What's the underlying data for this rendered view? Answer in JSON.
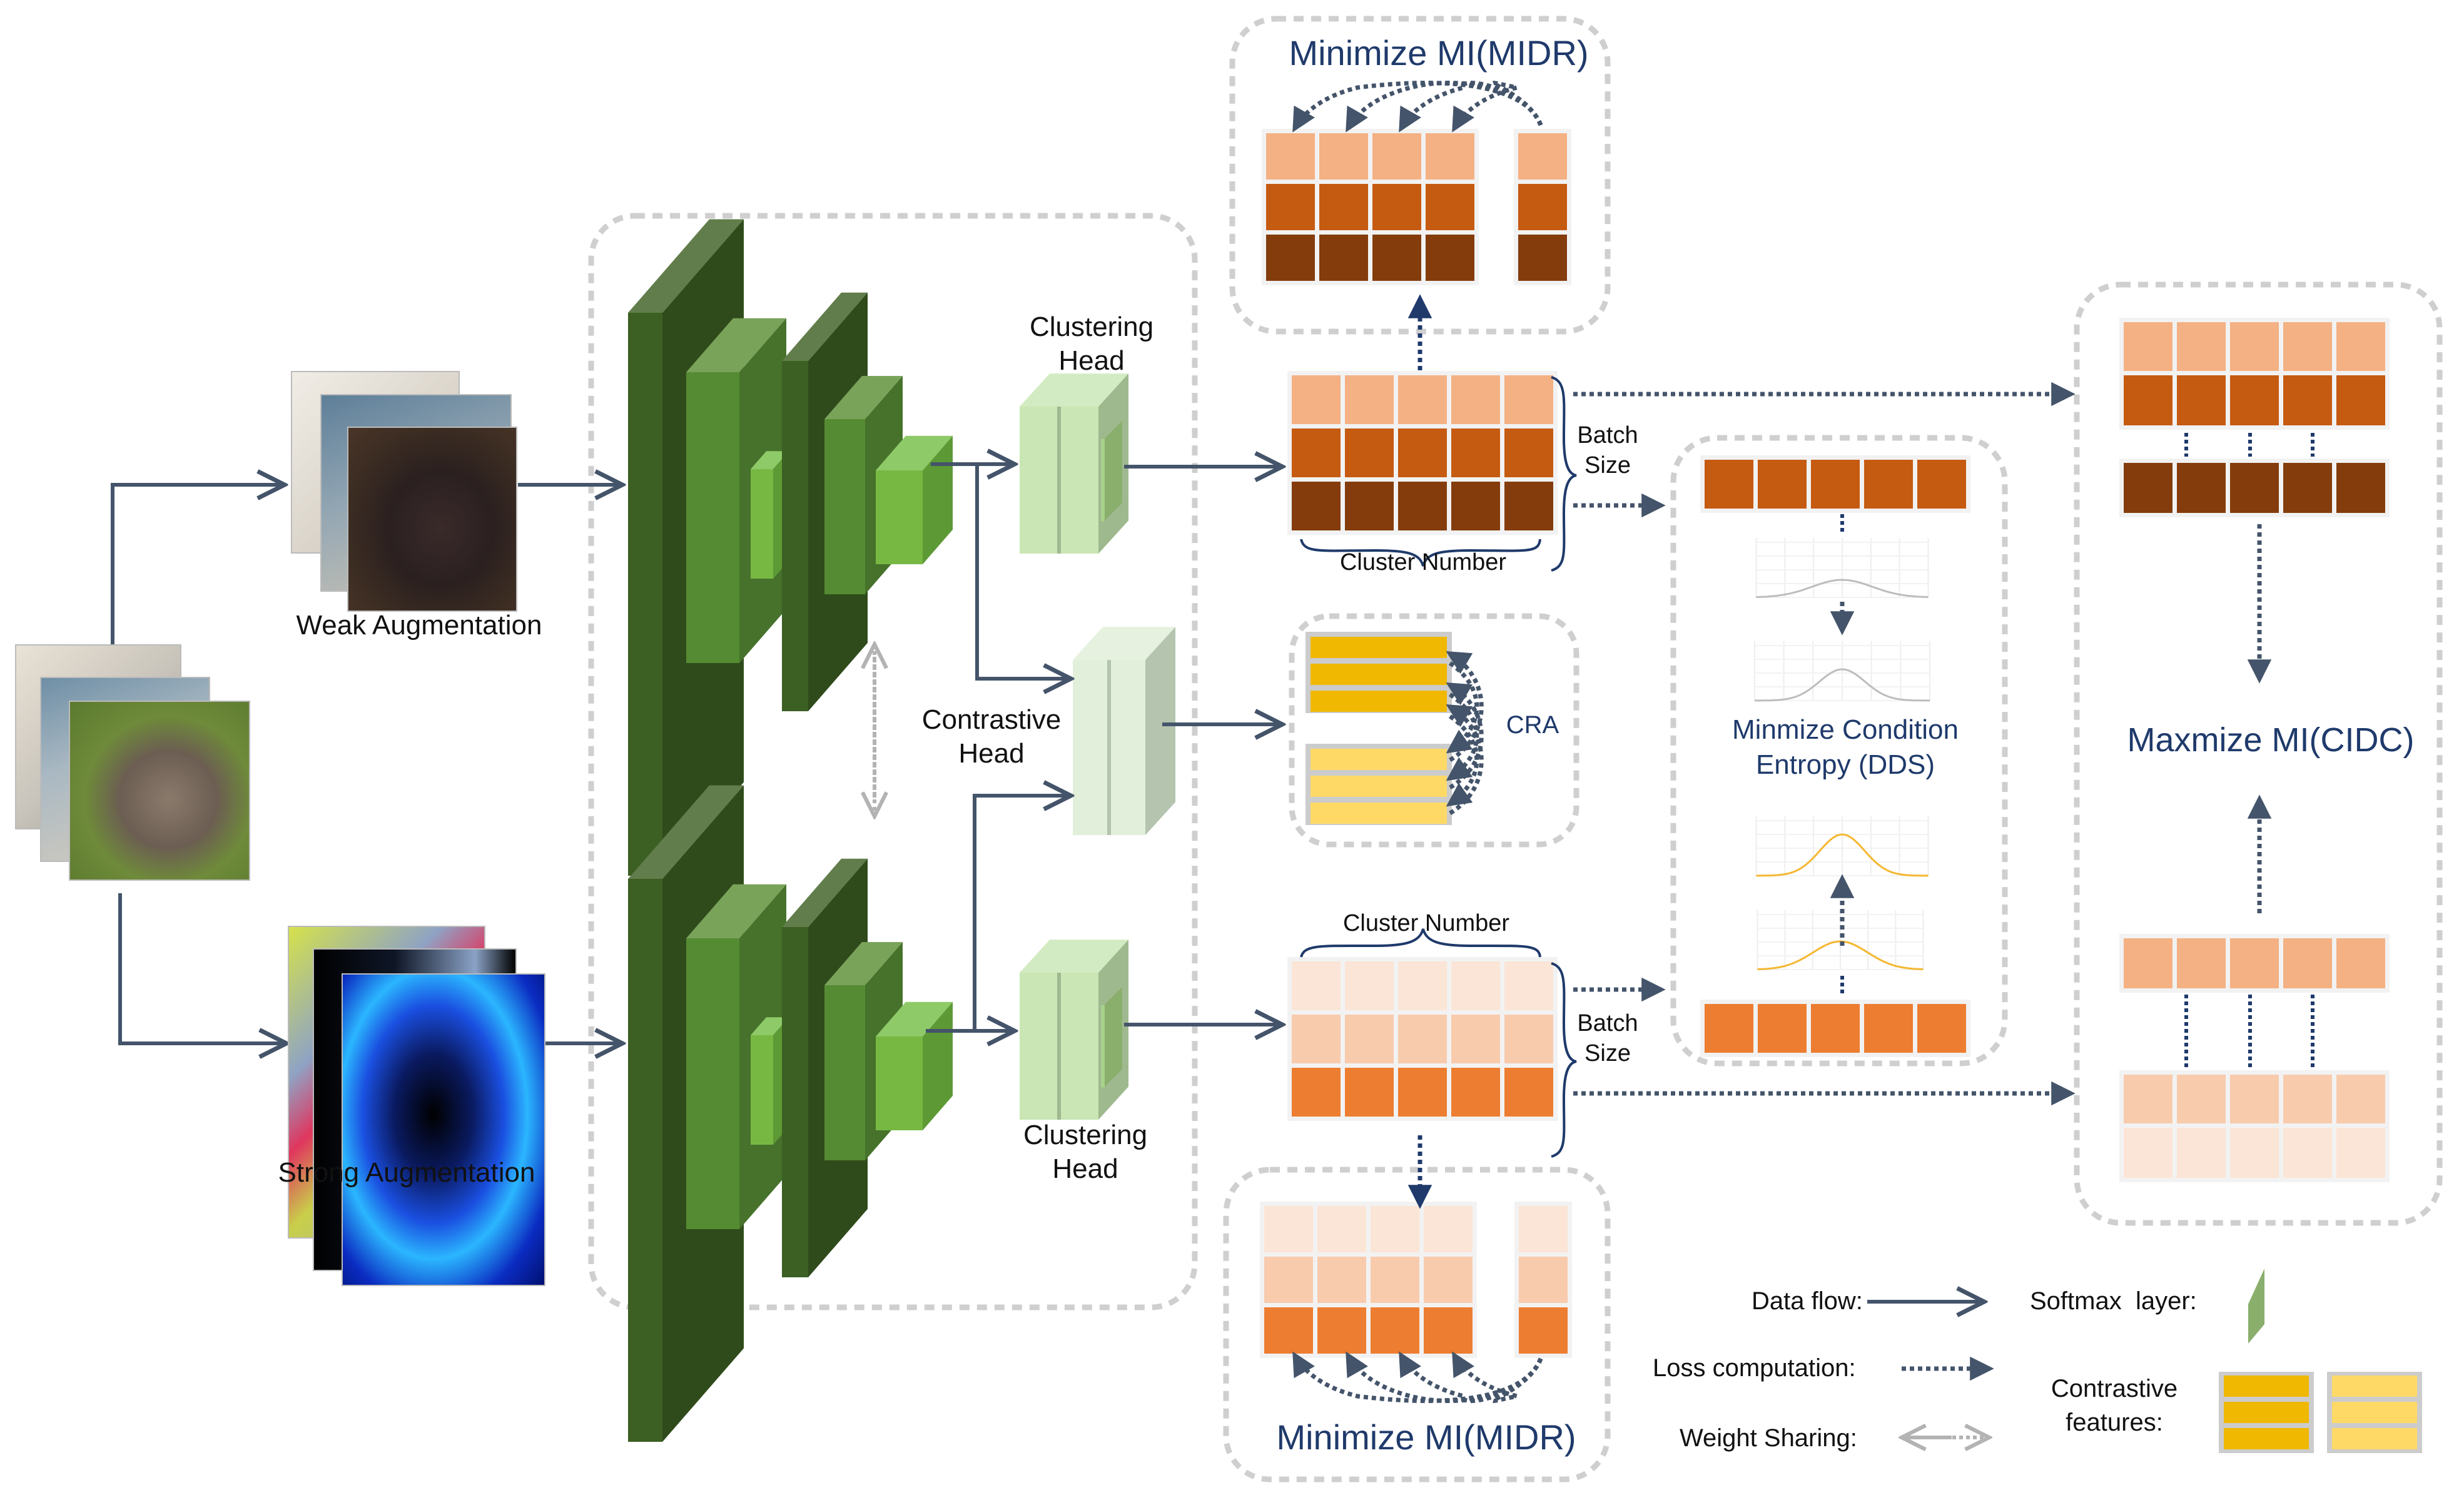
{
  "diagram": {
    "inputs": {
      "weak_label": "Weak Augmentation",
      "strong_label": "Strong Augmentation"
    },
    "heads": {
      "clustering_top": [
        "Clustering",
        "Head"
      ],
      "clustering_bottom": [
        "Clustering",
        "Head"
      ],
      "contrastive": [
        "Contrastive",
        "Head"
      ]
    },
    "matrix_labels": {
      "cluster_number": "Cluster Number",
      "batch_size": [
        "Batch",
        "Size"
      ]
    },
    "boxes": {
      "midr_top_title": "Minimize MI(MIDR)",
      "midr_bottom_title": "Minimize MI(MIDR)",
      "cra_label": "CRA",
      "dds_title": [
        "Minmize Condition",
        "Entropy (DDS)"
      ],
      "cidc_title": "Maxmize MI(CIDC)"
    },
    "legend": {
      "data_flow": "Data flow:",
      "loss_computation": "Loss computation:",
      "weight_sharing": "Weight Sharing:",
      "softmax_layer": "Softmax  layer:",
      "contrastive_features": [
        "Contrastive",
        "features:"
      ]
    },
    "colors": {
      "arrow": "#44546a",
      "title_blue": "#1f3a6b",
      "dashed_border": "#cfcfcf",
      "weak_row1": "#f4b183",
      "weak_row2": "#c55a11",
      "weak_row3": "#843c0c",
      "strong_row1": "#fbe5d6",
      "strong_row2": "#f8cbad",
      "strong_row3": "#ed7d31",
      "contrast_a": "#f0b800",
      "contrast_b": "#ffd966",
      "backbone_dark": "#3c5f23",
      "backbone_mid": "#558b32",
      "backbone_light": "#77b843",
      "head_light": "#c9e6b4",
      "contrastive_head": "#e2efda",
      "softmax": "#8aae6c"
    }
  }
}
